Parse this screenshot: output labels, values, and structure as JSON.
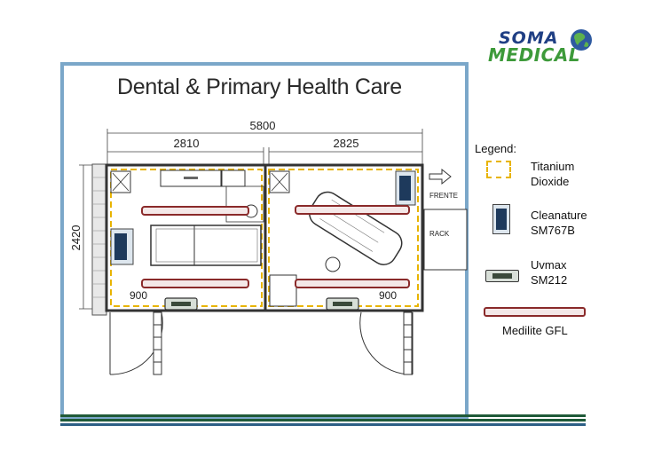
{
  "title": "Dental & Primary Health Care",
  "logo": {
    "line1": "SOMA",
    "line2": "MEDICAL"
  },
  "dimensions": {
    "total_width": "5800",
    "left_width": "2810",
    "right_width": "2825",
    "height": "2420",
    "left_door": "900",
    "right_door": "900"
  },
  "labels": {
    "frente": "FRENTE",
    "rack": "RACK"
  },
  "legend": {
    "title": "Legend:",
    "items": [
      {
        "name": "titanium",
        "line1": "Titanium",
        "line2": "Dioxide"
      },
      {
        "name": "cleanature",
        "line1": "Cleanature",
        "line2": "SM767B"
      },
      {
        "name": "uvmax",
        "line1": "Uvmax",
        "line2": "SM212"
      },
      {
        "name": "medilite",
        "line1": "Medilite GFL",
        "line2": ""
      }
    ]
  },
  "colors": {
    "panel_border": "#7ba7c9",
    "titanium": "#e8b400",
    "medilite": "#8a2a2a",
    "footer_green": "#1f5a38",
    "footer_blue": "#2c5f85"
  }
}
